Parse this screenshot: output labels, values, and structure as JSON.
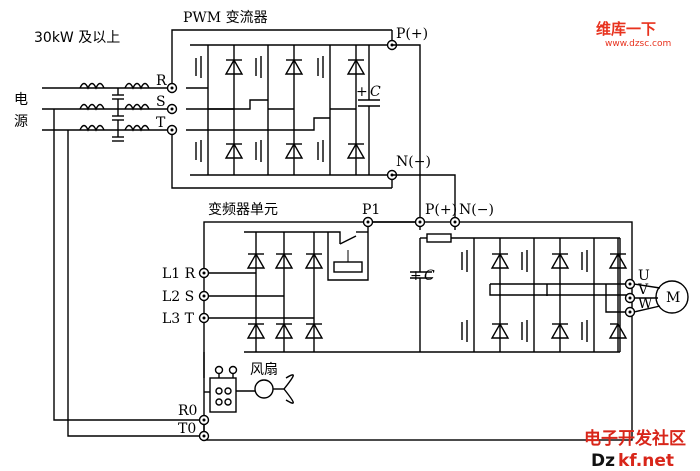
{
  "labels": {
    "power_rating": "30kW 及以上",
    "source_1": "电",
    "source_2": "源",
    "pwm_converter": "PWM 变流器",
    "conv_p": "P(+)",
    "conv_n": "N(−)",
    "conv_r": "R",
    "conv_s": "S",
    "conv_t": "T",
    "conv_cap": "C",
    "vfd_unit": "变频器单元",
    "vfd_p1": "P1",
    "vfd_p": "P(+)",
    "vfd_n": "N(−)",
    "vfd_l1": "L1 R",
    "vfd_l2": "L2 S",
    "vfd_l3": "L3 T",
    "vfd_cap": "C",
    "vfd_u": "U",
    "vfd_v": "V",
    "vfd_w": "W",
    "motor": "M",
    "fan": "风扇",
    "vfd_r0": "R0",
    "vfd_t0": "T0",
    "plus": "+"
  },
  "watermarks": {
    "top_brand": "维库一下",
    "top_url": "www.dzsc.com",
    "bottom_cn": "电子开发社区",
    "bottom_en_a": "Dz",
    "bottom_en_b": "kf.net"
  },
  "colors": {
    "line": "#000000",
    "background": "#ffffff",
    "watermark_red": "#e8321e"
  }
}
